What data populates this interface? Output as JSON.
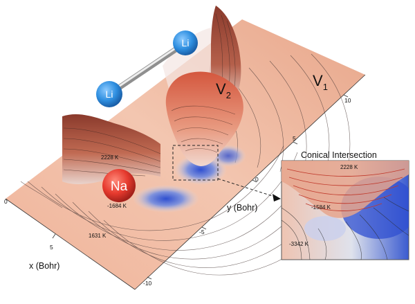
{
  "atoms": {
    "li_top": "Li",
    "li_bottom": "Li",
    "na": "Na"
  },
  "surfaces": {
    "v2": {
      "base": "V",
      "sub": "2"
    },
    "v1": {
      "base": "V",
      "sub": "1"
    }
  },
  "contours": {
    "c2228": "2228 K",
    "c1684": "-1684 K",
    "c1631": "1631 K"
  },
  "axes": {
    "x_title": "x (Bohr)",
    "y_title": "y (Bohr)",
    "x_ticks": [
      "0",
      "5"
    ],
    "y_ticks": [
      "10",
      "5",
      "0",
      "-5",
      "-10"
    ]
  },
  "inset": {
    "title": "Conical Intersection",
    "c2228": "2228 K",
    "c1584": "-1584 K",
    "c3342": "-3342 K"
  },
  "colors": {
    "atom_li": "#2f8fe0",
    "atom_na": "#e63a2e",
    "surface_warm": "#e9a98a",
    "surface_cool": "#3a5bd0",
    "wall": "#a04a36"
  }
}
